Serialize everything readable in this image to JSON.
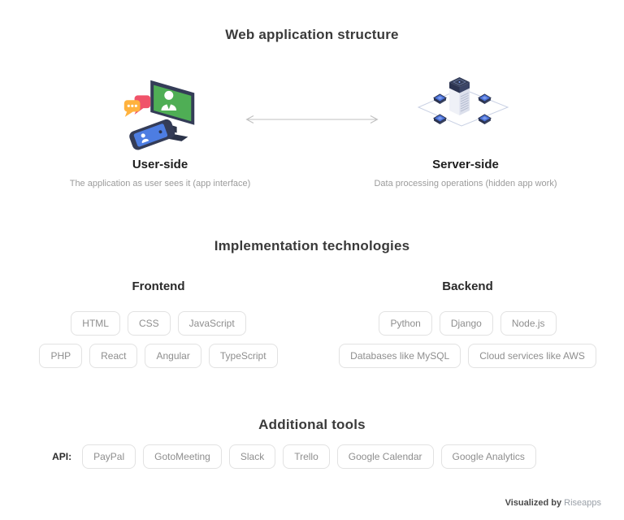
{
  "header": {
    "title": "Web application structure"
  },
  "structure": {
    "nodes": [
      {
        "id": "user-side",
        "label": "User-side",
        "description": "The application as user sees it (app interface)",
        "icon": "user-devices-illustration"
      },
      {
        "id": "server-side",
        "label": "Server-side",
        "description": "Data processing operations (hidden app work)",
        "icon": "server-network-illustration"
      }
    ],
    "connector_icon": "double-headed-arrow-icon"
  },
  "technologies": {
    "title": "Implementation technologies",
    "groups": [
      {
        "title": "Frontend",
        "rows": [
          [
            "HTML",
            "CSS",
            "JavaScript"
          ],
          [
            "PHP",
            "React",
            "Angular",
            "TypeScript"
          ]
        ]
      },
      {
        "title": "Backend",
        "rows": [
          [
            "Python",
            "Django",
            "Node.js"
          ],
          [
            "Databases like MySQL",
            "Cloud services like AWS"
          ]
        ]
      }
    ]
  },
  "tools": {
    "title": "Additional tools",
    "api_label": "API:",
    "items": [
      "PayPal",
      "GotoMeeting",
      "Slack",
      "Trello",
      "Google Calendar",
      "Google Analytics"
    ]
  },
  "footer": {
    "prefix": "Visualized by",
    "brand": "Riseapps"
  },
  "colors": {
    "monitor_screen_green": "#4FAE55",
    "phone_screen_blue": "#4D7DE2",
    "bubble_orange": "#FFB23E",
    "bubble_red": "#F0536A",
    "device_navy": "#343C57",
    "chip_blue": "#4A71D8",
    "network_line": "#C9D1E4",
    "tag_border": "#E2E2E2",
    "tag_text": "#8E8E8E",
    "heading_text": "#3A3A3A",
    "muted_text": "#9B9B9B",
    "arrow_gray": "#BFBFBF"
  }
}
